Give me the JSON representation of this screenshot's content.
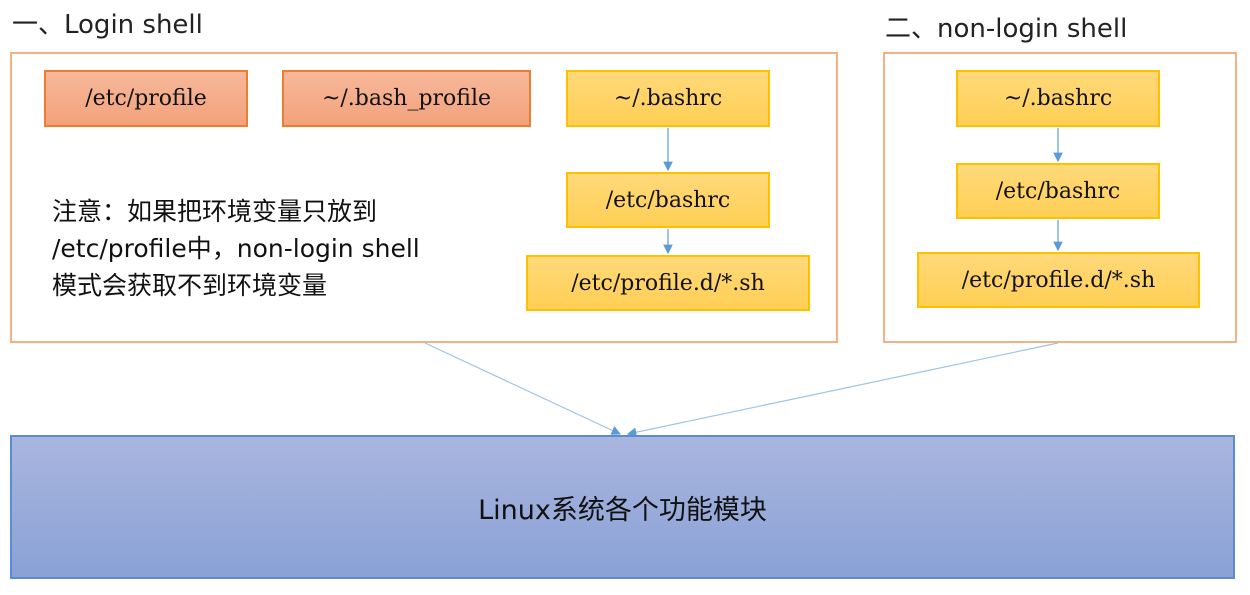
{
  "login": {
    "title": "一、Login shell",
    "boxes": {
      "profile": "/etc/profile",
      "bash_profile": "~/.bash_profile",
      "bashrc": "~/.bashrc",
      "etc_bashrc": "/etc/bashrc",
      "profile_d": "/etc/profile.d/*.sh"
    },
    "note": [
      "注意：如果把环境变量只放到",
      "/etc/profile中，non-login shell",
      "模式会获取不到环境变量"
    ]
  },
  "nonlogin": {
    "title": "二、non-login shell",
    "boxes": {
      "bashrc": "~/.bashrc",
      "etc_bashrc": "/etc/bashrc",
      "profile_d": "/etc/profile.d/*.sh"
    }
  },
  "target": {
    "label": "Linux系统各个功能模块"
  },
  "colors": {
    "group_border": "#f4b183",
    "orange": "#f3a27c",
    "yellow": "#ffcf55",
    "target": "#8aa1d6",
    "arrow": "#5b9bd5"
  }
}
